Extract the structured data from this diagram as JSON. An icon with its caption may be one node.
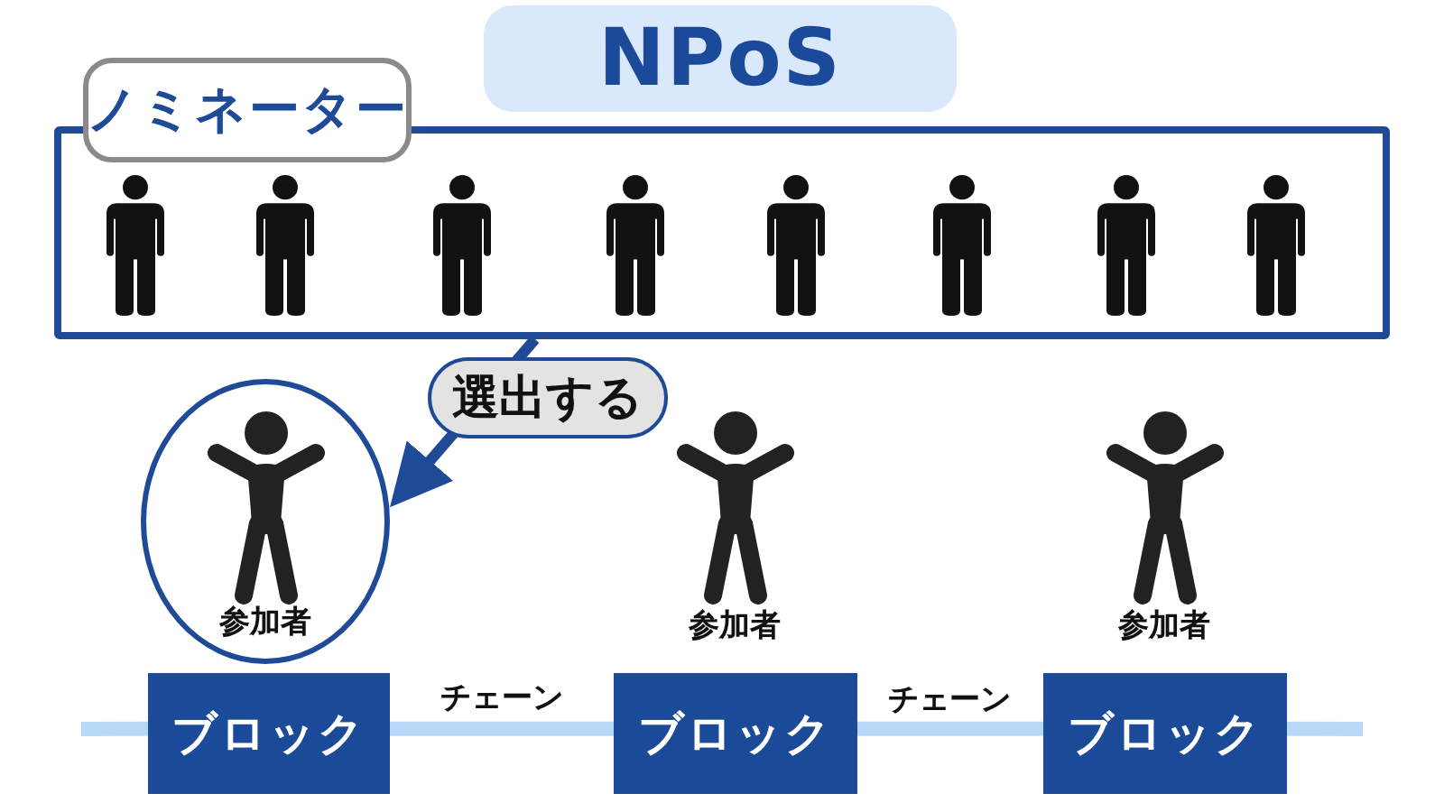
{
  "diagram": {
    "title": "NPoS",
    "nodes": [
      {
        "text": [
          "ノミネーター"
        ]
      },
      {
        "text": [],
        "shape": "person",
        "in": 0
      },
      {
        "text": [],
        "shape": "person",
        "in": 0
      },
      {
        "text": [],
        "shape": "person",
        "in": 0
      },
      {
        "text": [],
        "shape": "person",
        "in": 0
      },
      {
        "text": [],
        "shape": "person",
        "in": 0
      },
      {
        "text": [],
        "shape": "person",
        "in": 0
      },
      {
        "text": [],
        "shape": "person",
        "in": 0
      },
      {
        "text": [],
        "shape": "person",
        "in": 0
      },
      {
        "text": [
          "参加者"
        ]
      },
      {
        "text": [],
        "shape": "person",
        "in": 9
      },
      {
        "text": [],
        "shape": "person",
        "beside": [
          "参加者"
        ]
      },
      {
        "text": [],
        "shape": "person",
        "beside": [
          "参加者"
        ]
      },
      {
        "text": [
          "ブロック"
        ]
      },
      {
        "text": [
          "ブロック"
        ]
      },
      {
        "text": [
          "ブロック"
        ]
      }
    ],
    "edges": [
      {
        "from": 0,
        "to": 9,
        "arrow": "to",
        "label": "選出する",
        "color": "#1f4a98"
      },
      {
        "from": null,
        "to": 13,
        "arrow": "none",
        "color": "#b8d8f8"
      },
      {
        "from": 13,
        "to": 14,
        "arrow": "none",
        "label": "チェーン",
        "color": "#b8d8f8"
      },
      {
        "from": 14,
        "to": 15,
        "arrow": "none",
        "label": "チェーン",
        "color": "#b8d8f8"
      },
      {
        "from": 15,
        "to": null,
        "arrow": "none",
        "color": "#b8d8f8"
      }
    ]
  }
}
